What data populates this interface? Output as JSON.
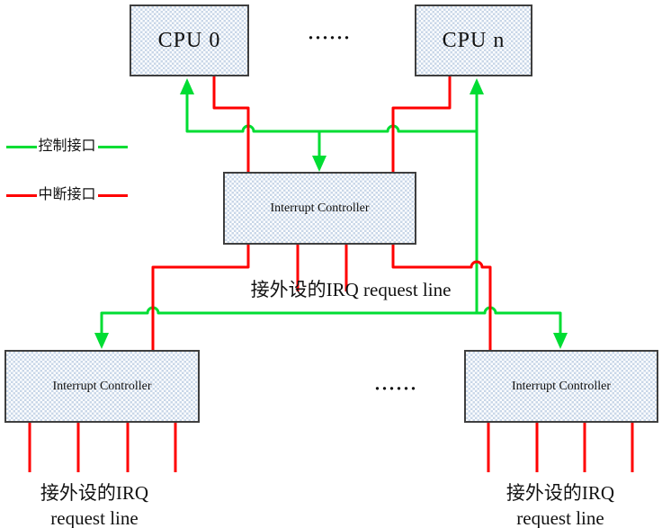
{
  "diagram": {
    "nodes": {
      "cpu0": {
        "label": "CPU 0"
      },
      "cpun": {
        "label": "CPU n"
      },
      "controller_top": {
        "label": "Interrupt Controller"
      },
      "controller_bottom_left": {
        "label": "Interrupt Controller"
      },
      "controller_bottom_right": {
        "label": "Interrupt Controller"
      }
    },
    "ellipsis": {
      "top": "······",
      "bottom": "······"
    },
    "labels": {
      "irq_middle": "接外设的IRQ request line",
      "irq_bottom_left": {
        "line1": "接外设的IRQ",
        "line2": "request line"
      },
      "irq_bottom_right": {
        "line1": "接外设的IRQ",
        "line2": "request line"
      }
    },
    "legend": {
      "control_label": "控制接口",
      "interrupt_label": "中断接口"
    },
    "colors": {
      "control": "#00dd33",
      "interrupt": "#ff0000",
      "node_fill_dot": "#c9d7e8",
      "node_border": "#3f3f3f",
      "text": "#111111"
    }
  }
}
